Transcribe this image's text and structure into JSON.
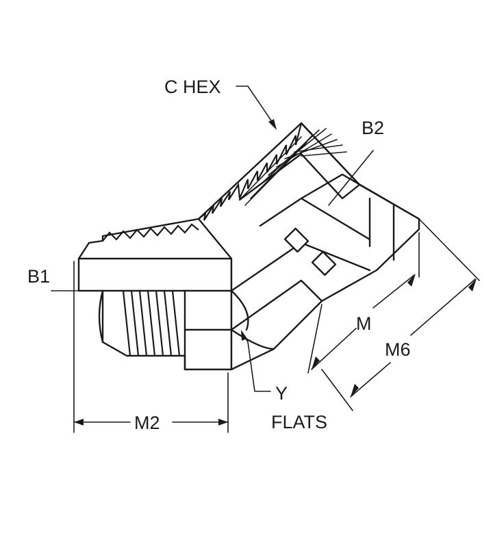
{
  "labels": {
    "c_hex": "C HEX",
    "b2": "B2",
    "b1": "B1",
    "m": "M",
    "m6": "M6",
    "m2": "M2",
    "y": "Y",
    "flats": "FLATS"
  },
  "colors": {
    "line": "#1a1a1a",
    "background": "#ffffff"
  }
}
